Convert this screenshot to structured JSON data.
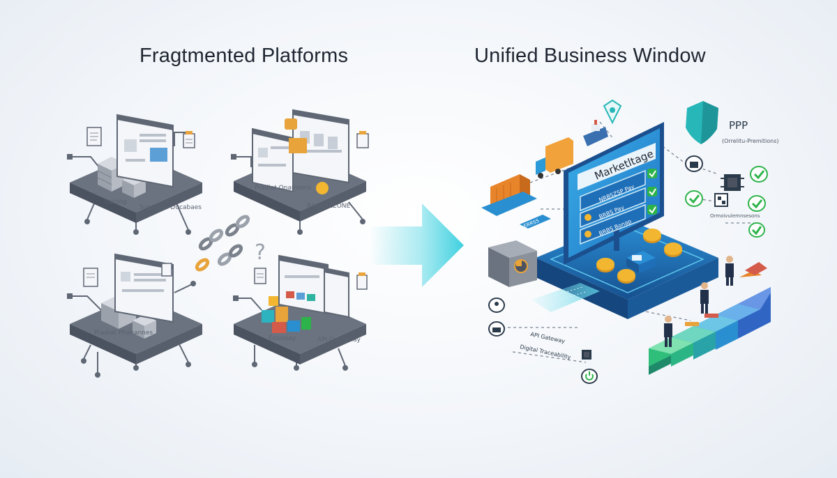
{
  "titles": {
    "left": "Fragtmented Platforms",
    "right": "Unified Business Window"
  },
  "left_platforms": [
    {
      "label_a": "Catilog",
      "label_b": "Suplalers Ducabaes"
    },
    {
      "label_a": "Pradiat Onamoers",
      "label_b": "BACIOIZEONE"
    },
    {
      "label_a": "Pradiat Phanannes",
      "label_b": ""
    },
    {
      "label_a": "Ecsinsay",
      "label_b": "API Carsianay"
    }
  ],
  "question_mark": "?",
  "right_panel": {
    "screen_title": "Marketltage",
    "row_1": "NRBSZSP Pay",
    "row_2": "BRBS Pay",
    "row_3": "BRBS Bonap",
    "tag": "ERRSS",
    "ppp_title": "PPP",
    "ppp_subtitle": "(Orrelitu-Premitions)",
    "side_note": "Ormoivulemnsesons",
    "label_api": "API Gateway",
    "label_digital": "Digital Traceability"
  },
  "colors": {
    "platform": "#5f6774",
    "platform_top": "#6b7380",
    "arrow": "#3fd0df",
    "screen": "#2a9ad8",
    "base": "#1f6fb8",
    "stairs": "#2fb08a",
    "coin": "#f2b630",
    "check": "#2db34a",
    "shield": "#27b7b8"
  },
  "icons": [
    "document-icon",
    "server-icon",
    "chain-icon",
    "question-icon",
    "arrow-right-icon",
    "shield-icon",
    "truck-icon",
    "ship-icon",
    "container-icon",
    "safe-icon",
    "coin-icon",
    "check-icon",
    "chip-icon",
    "qr-icon",
    "businessman-icon",
    "stairs-icon"
  ]
}
